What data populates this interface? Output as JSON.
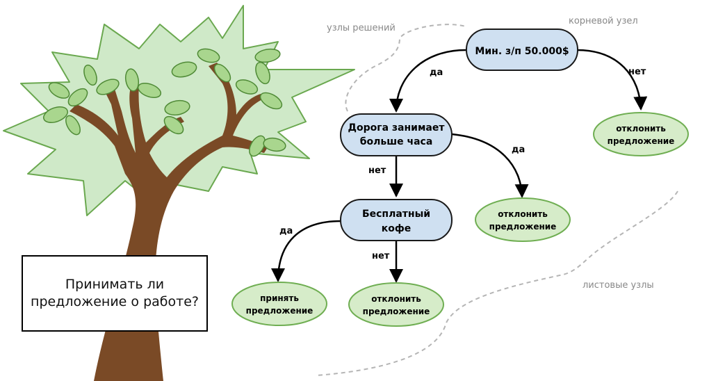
{
  "title": {
    "line1": "Принимать ли",
    "line2": "предложение о работе?"
  },
  "labels": {
    "decision_nodes": "узлы решений",
    "root_node": "корневой узел",
    "leaf_nodes": "листовые узлы"
  },
  "nodes": {
    "root": {
      "line1": "Мин. з/п 50.000$"
    },
    "commute": {
      "line1": "Дорога занимает",
      "line2": "больше часа"
    },
    "coffee": {
      "line1": "Бесплатный",
      "line2": "кофе"
    },
    "leaf_decline_1": {
      "line1": "отклонить",
      "line2": "предложение"
    },
    "leaf_decline_2": {
      "line1": "отклонить",
      "line2": "предложение"
    },
    "leaf_accept": {
      "line1": "принять",
      "line2": "предложение"
    },
    "leaf_decline_3": {
      "line1": "отклонить",
      "line2": "предложение"
    }
  },
  "edges": {
    "root_yes": "да",
    "root_no": "нет",
    "commute_yes": "да",
    "commute_no": "нет",
    "coffee_yes": "да",
    "coffee_no": "нет"
  },
  "colors": {
    "decision_fill": "#cfe0f1",
    "decision_stroke": "#1a1a1a",
    "leaf_fill": "#d6ecc9",
    "leaf_stroke": "#6fae52",
    "trunk": "#7a4a26",
    "canopy": "#cfe9c8",
    "canopy_stroke": "#6aa84f",
    "leaf": "#a9d68e"
  }
}
